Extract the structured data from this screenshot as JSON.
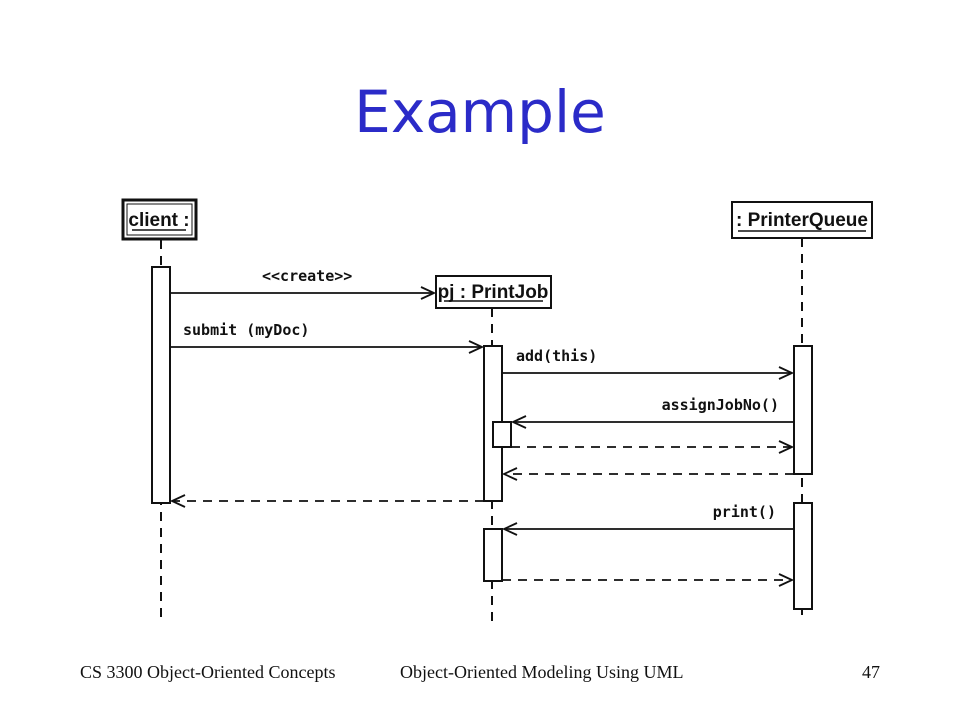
{
  "slide": {
    "title": "Example",
    "footer_left": "CS 3300 Object-Oriented Concepts",
    "footer_center": "Object-Oriented Modeling Using UML",
    "page_number": "47"
  },
  "diagram": {
    "objects": {
      "client": "client :",
      "printjob": "pj : PrintJob",
      "printerqueue": ": PrinterQueue"
    },
    "messages": {
      "create": "<<create>>",
      "submit": "submit (myDoc)",
      "add": "add(this)",
      "assignJobNo": "assignJobNo()",
      "print": "print()"
    }
  },
  "colors": {
    "title": "#2b2bc8",
    "ink": "#111111"
  }
}
